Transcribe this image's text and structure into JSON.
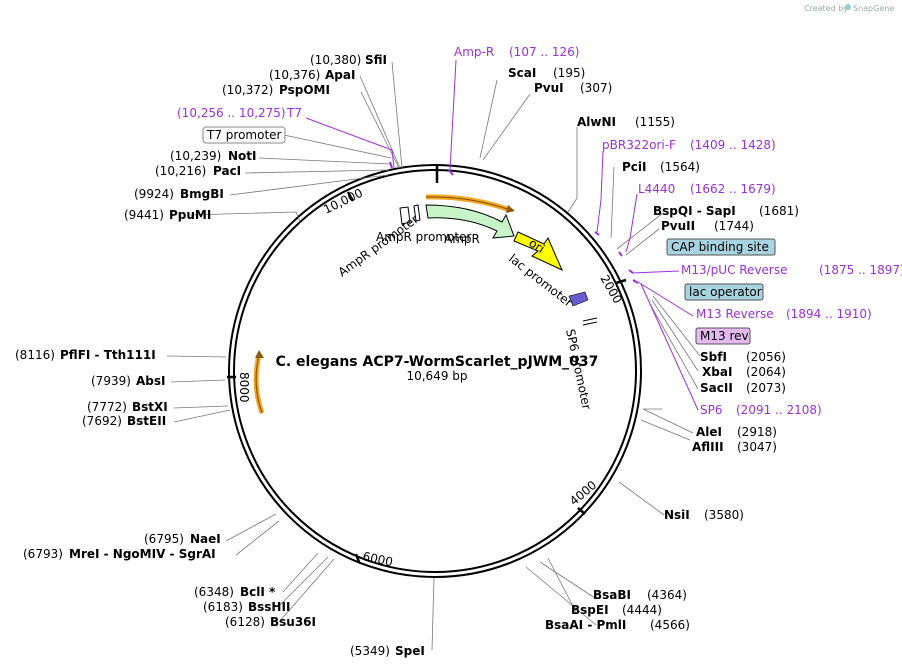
{
  "credit": "Created by",
  "brand": "SnapGene",
  "plasmid": {
    "name": "C. elegans ACP7-WormScarlet_pJWM_037",
    "size": "10,649 bp"
  },
  "ticks": [
    "10,000",
    "2000",
    "4000",
    "6000",
    "8000"
  ],
  "features": {
    "ampr_promoter": "AmpR promoter",
    "ampr": "AmpR",
    "ori": "ori",
    "lac_promoter": "lac promoter",
    "sp6_promoter": "SP6 promoter"
  },
  "sites": [
    {
      "pos": "(10,380)",
      "name": "SfiI"
    },
    {
      "pos": "(10,376)",
      "name": "ApaI"
    },
    {
      "pos": "(10,372)",
      "name": "PspOMI"
    },
    {
      "pos": "(10,239)",
      "name": "NotI"
    },
    {
      "pos": "(10,216)",
      "name": "PacI"
    },
    {
      "pos": "(9924)",
      "name": "BmgBI"
    },
    {
      "pos": "(9441)",
      "name": "PpuMI"
    },
    {
      "pos": "(8116)",
      "name": "PflFI - Tth111I"
    },
    {
      "pos": "(7939)",
      "name": "AbsI"
    },
    {
      "pos": "(7772)",
      "name": "BstXI"
    },
    {
      "pos": "(7692)",
      "name": "BstEII"
    },
    {
      "pos": "(6795)",
      "name": "NaeI"
    },
    {
      "pos": "(6793)",
      "name": "MreI - NgoMIV - SgrAI"
    },
    {
      "pos": "(6348)",
      "name": "BclI *"
    },
    {
      "pos": "(6183)",
      "name": "BssHII"
    },
    {
      "pos": "(6128)",
      "name": "Bsu36I"
    },
    {
      "pos": "(5349)",
      "name": "SpeI"
    },
    {
      "pos": "(4566)",
      "name": "BsaAI - PmlI"
    },
    {
      "pos": "(4444)",
      "name": "BspEI"
    },
    {
      "pos": "(4364)",
      "name": "BsaBI"
    },
    {
      "pos": "(3580)",
      "name": "NsiI"
    },
    {
      "pos": "(3047)",
      "name": "AflIII"
    },
    {
      "pos": "(2918)",
      "name": "AleI"
    },
    {
      "pos": "(2073)",
      "name": "SacII"
    },
    {
      "pos": "(2064)",
      "name": "XbaI"
    },
    {
      "pos": "(2056)",
      "name": "SbfI"
    },
    {
      "pos": "(1744)",
      "name": "PvuII"
    },
    {
      "pos": "(1681)",
      "name": "BspQI - SapI"
    },
    {
      "pos": "(1564)",
      "name": "PciI"
    },
    {
      "pos": "(1155)",
      "name": "AlwNI"
    },
    {
      "pos": "(307)",
      "name": "PvuI"
    },
    {
      "pos": "(195)",
      "name": "ScaI"
    }
  ],
  "primers": [
    {
      "name": "Amp-R",
      "range": "(107 .. 126)"
    },
    {
      "name": "T7",
      "range": "(10,256 .. 10,275)"
    },
    {
      "name": "pBR322ori-F",
      "range": "(1409 .. 1428)"
    },
    {
      "name": "L4440",
      "range": "(1662 .. 1679)"
    },
    {
      "name": "M13/pUC Reverse",
      "range": "(1875 .. 1897)"
    },
    {
      "name": "M13 Reverse",
      "range": "(1894 .. 1910)"
    },
    {
      "name": "SP6",
      "range": "(2091 .. 2108)"
    }
  ],
  "boxes": {
    "t7_promoter": "T7 promoter",
    "cap": "CAP binding site",
    "lac_operator": "lac operator",
    "m13rev": "M13 rev"
  },
  "colors": {
    "primer": "#9b30d9",
    "ampr_fill": "#c8f5c8",
    "ori_fill": "#ffff00",
    "orf": "#f5a623",
    "cap_box": "#a8d4e0",
    "m13rev_box": "#e4b8f0"
  }
}
